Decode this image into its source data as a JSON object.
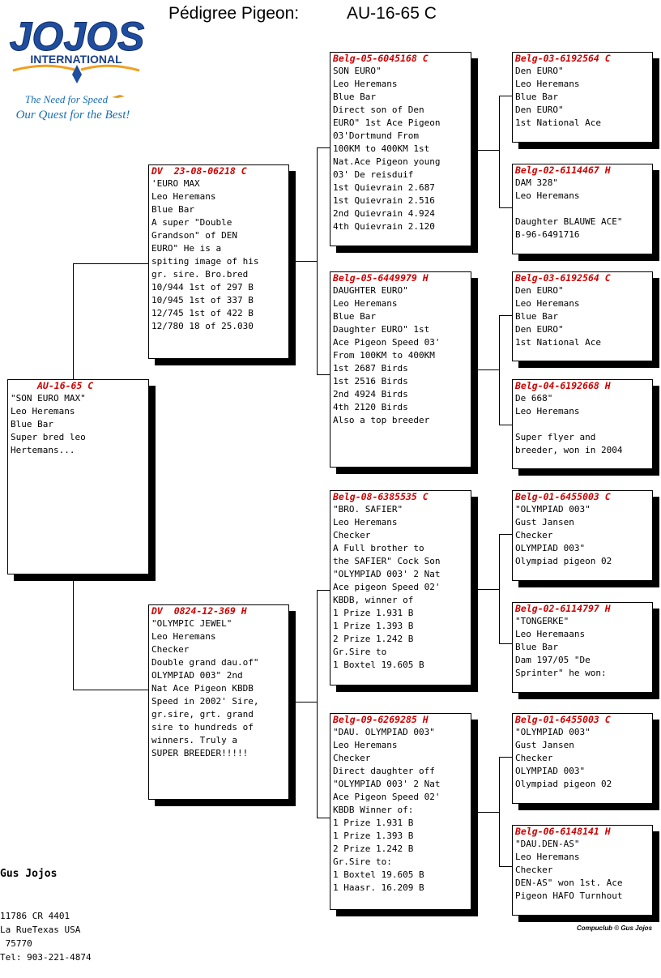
{
  "header": {
    "label": "Pédigree Pigeon:",
    "ring": "AU-16-65 C"
  },
  "logo": {
    "brand": "JOJOS",
    "sub": "INTERNATIONAL",
    "tagline1": "The Need for Speed",
    "tagline2": "Our Quest for the Best!"
  },
  "pigeons": {
    "subject": {
      "id": "AU-16-65 C",
      "lines": [
        "\"SON EURO MAX\"",
        "Leo Heremans",
        "Blue Bar",
        "Super bred leo",
        "Hertemans..."
      ]
    },
    "sire": {
      "id": "DV  23-08-06218 C",
      "lines": [
        "'EURO MAX",
        "Leo Heremans",
        "Blue Bar",
        "A super \"Double",
        "Grandson\" of DEN",
        "EURO\" He is a",
        "spiting image of his",
        "gr. sire. Bro.bred",
        "10/944 1st of 297 B",
        "10/945 1st of 337 B",
        "12/745 1st of 422 B",
        "12/780 18 of 25.030"
      ]
    },
    "dam": {
      "id": "DV  0824-12-369 H",
      "lines": [
        "\"OLYMPIC JEWEL\"",
        "Leo Heremans",
        "Checker",
        "Double grand dau.of\"",
        "OLYMPIAD 003\" 2nd",
        "Nat Ace Pigeon KBDB",
        "Speed in 2002' Sire,",
        "gr.sire, grt. grand",
        "sire to hundreds of",
        "winners. Truly a",
        "SUPER BREEDER!!!!!"
      ]
    },
    "ss": {
      "id": "Belg-05-6045168 C",
      "lines": [
        "SON EURO\"",
        "Leo Heremans",
        "Blue Bar",
        "Direct son of Den",
        "EURO\" 1st Ace Pigeon",
        "03'Dortmund From",
        "100KM to 400KM 1st",
        "Nat.Ace Pigeon young",
        "03' De reisduif",
        "1st Quievrain 2.687",
        "1st Quievrain 2.516",
        "2nd Quievrain 4.924",
        "4th Quievrain 2.120"
      ]
    },
    "sd": {
      "id": "Belg-05-6449979 H",
      "lines": [
        "DAUGHTER EURO\"",
        "Leo Heremans",
        "Blue Bar",
        "Daughter EURO\" 1st",
        "Ace Pigeon Speed 03'",
        "From 100KM to 400KM",
        "1st 2687 Birds",
        "1st 2516 Birds",
        "2nd 4924 Birds",
        "4th 2120 Birds",
        "Also a top breeder"
      ]
    },
    "ds": {
      "id": "Belg-08-6385535 C",
      "lines": [
        "\"BRO. SAFIER\"",
        "Leo Heremans",
        "Checker",
        "A Full brother to",
        "the SAFIER\" Cock Son",
        "\"OLYMPIAD 003' 2 Nat",
        "Ace pigeon Speed 02'",
        "KBDB, winner of",
        "1 Prize 1.931 B",
        "1 Prize 1.393 B",
        "2 Prize 1.242 B",
        "Gr.Sire to",
        "1 Boxtel 19.605 B"
      ]
    },
    "dd": {
      "id": "Belg-09-6269285 H",
      "lines": [
        "\"DAU. OLYMPIAD 003\"",
        "Leo Heremans",
        "Checker",
        "Direct daughter off",
        "\"OLYMPIAD 003' 2 Nat",
        "Ace Pigeon Speed 02'",
        "KBDB Winner of:",
        "1 Prize 1.931 B",
        "1 Prize 1.393 B",
        "2 Prize 1.242 B",
        "Gr.Sire to:",
        "1 Boxtel 19.605 B",
        "1 Haasr. 16.209 B"
      ]
    },
    "sss": {
      "id": "Belg-03-6192564 C",
      "lines": [
        "Den EURO\"",
        "Leo Heremans",
        "Blue Bar",
        "Den EURO\"",
        "1st National Ace"
      ]
    },
    "ssd": {
      "id": "Belg-02-6114467 H",
      "lines": [
        "DAM 328\"",
        "Leo Heremans",
        "",
        "Daughter BLAUWE ACE\"",
        "B-96-6491716"
      ]
    },
    "sds": {
      "id": "Belg-03-6192564 C",
      "lines": [
        "Den EURO\"",
        "Leo Heremans",
        "Blue Bar",
        "Den EURO\"",
        "1st National Ace"
      ]
    },
    "sdd": {
      "id": "Belg-04-6192668 H",
      "lines": [
        "De 668\"",
        "Leo Heremans",
        "",
        "Super flyer and",
        "breeder, won in 2004"
      ]
    },
    "dss": {
      "id": "Belg-01-6455003 C",
      "lines": [
        "\"OLYMPIAD 003\"",
        "Gust Jansen",
        "Checker",
        "OLYMPIAD 003\"",
        "Olympiad pigeon 02"
      ]
    },
    "dsd": {
      "id": "Belg-02-6114797 H",
      "lines": [
        "\"TONGERKE\"",
        "Leo Heremaans",
        "Blue Bar",
        "Dam 197/05 \"De",
        "Sprinter\" he won:"
      ]
    },
    "dds": {
      "id": "Belg-01-6455003 C",
      "lines": [
        "\"OLYMPIAD 003\"",
        "Gust Jansen",
        "Checker",
        "OLYMPIAD 003\"",
        "Olympiad pigeon 02"
      ]
    },
    "ddd": {
      "id": "Belg-06-6148141 H",
      "lines": [
        "\"DAU.DEN-AS\"",
        "Leo Heremans",
        "Checker",
        "DEN-AS\" won 1st. Ace",
        "Pigeon HAFO Turnhout"
      ]
    }
  },
  "contact": {
    "name": "Gus Jojos",
    "lines": [
      "11786 CR 4401",
      "La RueTexas USA",
      " 75770",
      "Tel: 903-221-4874"
    ]
  },
  "footer": "Compuclub © Gus Jojos"
}
